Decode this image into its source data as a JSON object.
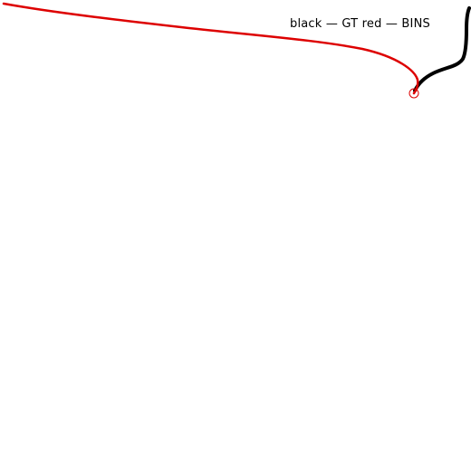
{
  "legend": {
    "text": "black — GT red — BINS"
  },
  "colors": {
    "background": "#ffffff",
    "gt_path": "#000000",
    "bins_path": "#dd0000",
    "text": "#000000"
  },
  "markers": [
    {
      "name": "start-marker",
      "icon": "circle-marker-icon"
    }
  ],
  "paths": [
    {
      "name": "gt-trajectory",
      "label": "GT",
      "color": "#000000"
    },
    {
      "name": "bins-trajectory",
      "label": "BINS",
      "color": "#dd0000"
    }
  ]
}
